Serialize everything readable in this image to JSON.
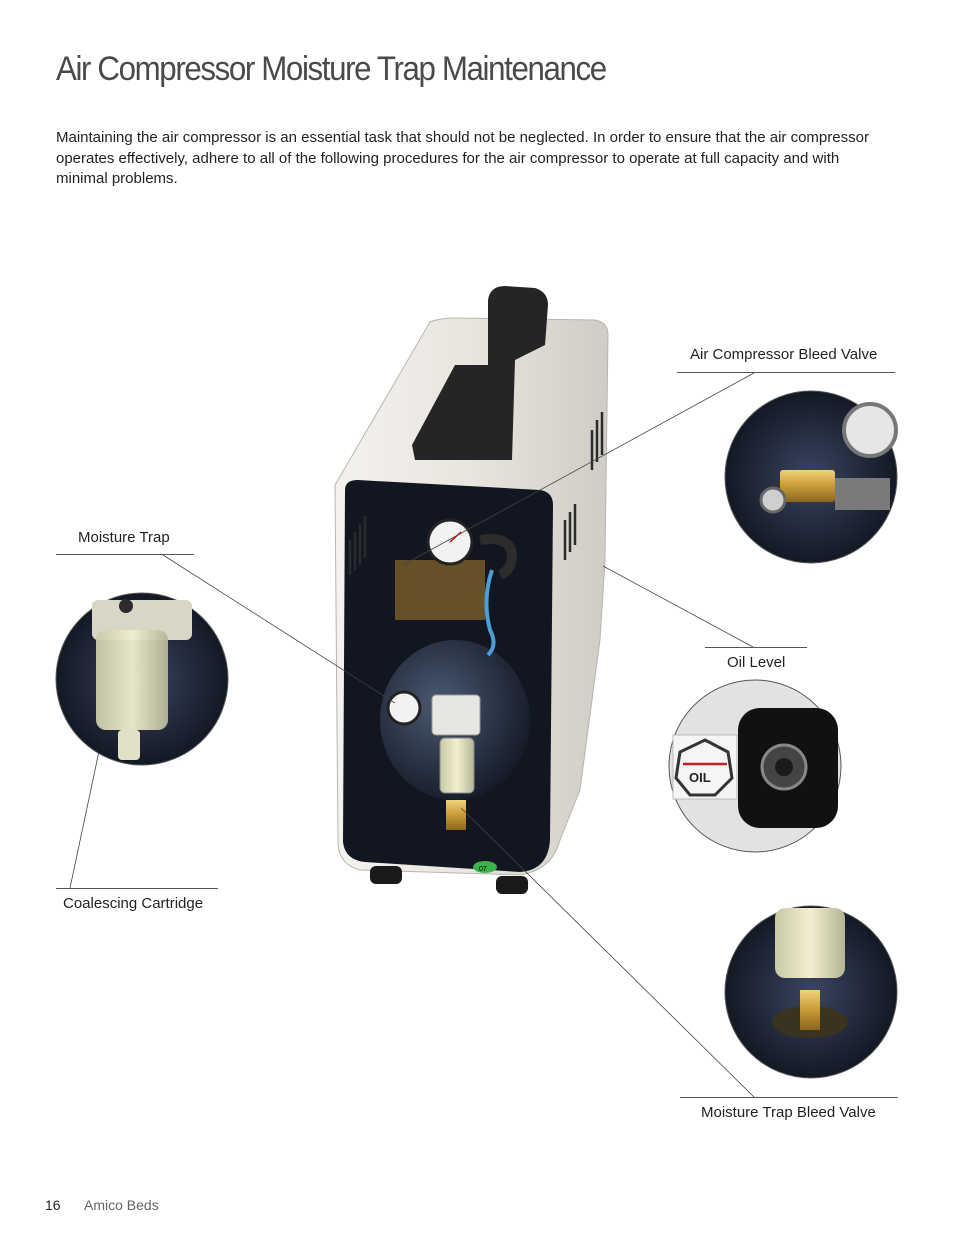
{
  "page": {
    "title": "Air Compressor Moisture Trap Maintenance",
    "intro": "Maintaining the air compressor is an essential task that should not be neglected. In order to ensure that the air compressor operates effectively, adhere to all of the following procedures for the air compressor to operate at full capacity and with minimal problems."
  },
  "callouts": {
    "bleed_valve": "Air Compressor Bleed Valve",
    "moisture_trap": "Moisture Trap",
    "oil_level": "Oil Level",
    "coalescing_cartridge": "Coalescing Cartridge",
    "moisture_trap_bleed_valve": "Moisture Trap Bleed Valve"
  },
  "oil_badge": "OIL",
  "sticker": "07",
  "footer": {
    "page_number": "16",
    "brand": "Amico Beds"
  }
}
